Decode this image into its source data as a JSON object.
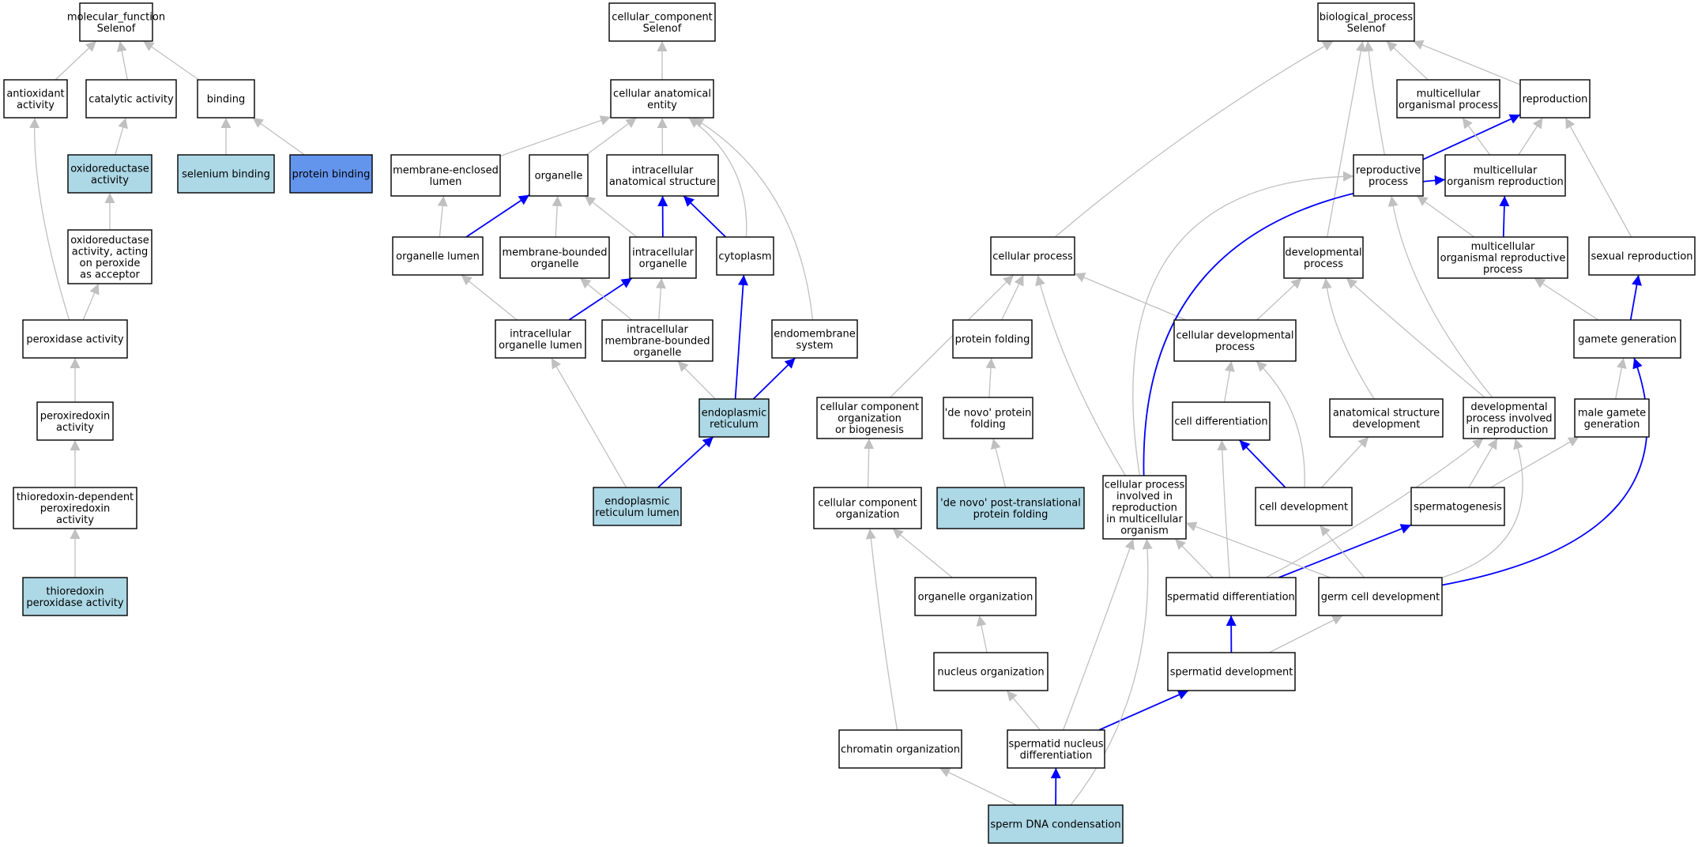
{
  "colors": {
    "plain": "#ffffff",
    "annotated": "#add8e6",
    "highlight": "#6495ed",
    "edge_gray": "#c0c0c0",
    "edge_blue": "#0000ff"
  },
  "nodes": [
    {
      "id": "mf",
      "lines": [
        "molecular_function",
        "Selenof"
      ],
      "fill": "plain"
    },
    {
      "id": "antioxidant",
      "lines": [
        "antioxidant",
        "activity"
      ],
      "fill": "plain"
    },
    {
      "id": "catalytic",
      "lines": [
        "catalytic activity"
      ],
      "fill": "plain"
    },
    {
      "id": "binding",
      "lines": [
        "binding"
      ],
      "fill": "plain"
    },
    {
      "id": "oxidoreductase",
      "lines": [
        "oxidoreductase",
        "activity"
      ],
      "fill": "annotated"
    },
    {
      "id": "selenium",
      "lines": [
        "selenium binding"
      ],
      "fill": "annotated"
    },
    {
      "id": "proteinbinding",
      "lines": [
        "protein binding"
      ],
      "fill": "highlight"
    },
    {
      "id": "oxperoxide",
      "lines": [
        "oxidoreductase",
        "activity, acting",
        "on peroxide",
        "as acceptor"
      ],
      "fill": "plain"
    },
    {
      "id": "peroxidase",
      "lines": [
        "peroxidase activity"
      ],
      "fill": "plain"
    },
    {
      "id": "peroxiredoxin",
      "lines": [
        "peroxiredoxin",
        "activity"
      ],
      "fill": "plain"
    },
    {
      "id": "thiodep",
      "lines": [
        "thioredoxin-dependent",
        "peroxiredoxin",
        "activity"
      ],
      "fill": "plain"
    },
    {
      "id": "thioperox",
      "lines": [
        "thioredoxin",
        "peroxidase activity"
      ],
      "fill": "annotated"
    },
    {
      "id": "cc",
      "lines": [
        "cellular_component",
        "Selenof"
      ],
      "fill": "plain"
    },
    {
      "id": "anatent",
      "lines": [
        "cellular anatomical",
        "entity"
      ],
      "fill": "plain"
    },
    {
      "id": "memlumen",
      "lines": [
        "membrane-enclosed",
        "lumen"
      ],
      "fill": "plain"
    },
    {
      "id": "organelle",
      "lines": [
        "organelle"
      ],
      "fill": "plain"
    },
    {
      "id": "intanat",
      "lines": [
        "intracellular",
        "anatomical structure"
      ],
      "fill": "plain"
    },
    {
      "id": "orglumen",
      "lines": [
        "organelle lumen"
      ],
      "fill": "plain"
    },
    {
      "id": "membound",
      "lines": [
        "membrane-bounded",
        "organelle"
      ],
      "fill": "plain"
    },
    {
      "id": "intorg",
      "lines": [
        "intracellular",
        "organelle"
      ],
      "fill": "plain"
    },
    {
      "id": "cytoplasm",
      "lines": [
        "cytoplasm"
      ],
      "fill": "plain"
    },
    {
      "id": "intorglumen",
      "lines": [
        "intracellular",
        "organelle lumen"
      ],
      "fill": "plain"
    },
    {
      "id": "intmembound",
      "lines": [
        "intracellular",
        "membrane-bounded",
        "organelle"
      ],
      "fill": "plain"
    },
    {
      "id": "endomem",
      "lines": [
        "endomembrane",
        "system"
      ],
      "fill": "plain"
    },
    {
      "id": "er",
      "lines": [
        "endoplasmic",
        "reticulum"
      ],
      "fill": "annotated"
    },
    {
      "id": "erlumen",
      "lines": [
        "endoplasmic",
        "reticulum lumen"
      ],
      "fill": "annotated"
    },
    {
      "id": "bp",
      "lines": [
        "biological_process",
        "Selenof"
      ],
      "fill": "plain"
    },
    {
      "id": "multiproc",
      "lines": [
        "multicellular",
        "organismal process"
      ],
      "fill": "plain"
    },
    {
      "id": "reproduction",
      "lines": [
        "reproduction"
      ],
      "fill": "plain"
    },
    {
      "id": "reproproc",
      "lines": [
        "reproductive",
        "process"
      ],
      "fill": "plain"
    },
    {
      "id": "multirepro",
      "lines": [
        "multicellular",
        "organism reproduction"
      ],
      "fill": "plain"
    },
    {
      "id": "cellproc",
      "lines": [
        "cellular process"
      ],
      "fill": "plain"
    },
    {
      "id": "devproc",
      "lines": [
        "developmental",
        "process"
      ],
      "fill": "plain"
    },
    {
      "id": "multireproproc",
      "lines": [
        "multicellular",
        "organismal reproductive",
        "process"
      ],
      "fill": "plain"
    },
    {
      "id": "sexrepro",
      "lines": [
        "sexual reproduction"
      ],
      "fill": "plain"
    },
    {
      "id": "protfold",
      "lines": [
        "protein folding"
      ],
      "fill": "plain"
    },
    {
      "id": "celldevproc",
      "lines": [
        "cellular developmental",
        "process"
      ],
      "fill": "plain"
    },
    {
      "id": "gamete",
      "lines": [
        "gamete generation"
      ],
      "fill": "plain"
    },
    {
      "id": "ccorgbio",
      "lines": [
        "cellular component",
        "organization",
        "or biogenesis"
      ],
      "fill": "plain"
    },
    {
      "id": "denovo",
      "lines": [
        "'de novo' protein",
        "folding"
      ],
      "fill": "plain"
    },
    {
      "id": "celldiff",
      "lines": [
        "cell differentiation"
      ],
      "fill": "plain"
    },
    {
      "id": "anatdev",
      "lines": [
        "anatomical structure",
        "development"
      ],
      "fill": "plain"
    },
    {
      "id": "devrepro",
      "lines": [
        "developmental",
        "process involved",
        "in reproduction"
      ],
      "fill": "plain"
    },
    {
      "id": "malegamete",
      "lines": [
        "male gamete",
        "generation"
      ],
      "fill": "plain"
    },
    {
      "id": "ccorg",
      "lines": [
        "cellular component",
        "organization"
      ],
      "fill": "plain"
    },
    {
      "id": "denovopt",
      "lines": [
        "'de novo' post-translational",
        "protein folding"
      ],
      "fill": "annotated"
    },
    {
      "id": "cellprocrepro",
      "lines": [
        "cellular process",
        "involved in",
        "reproduction",
        "in multicellular",
        "organism"
      ],
      "fill": "plain"
    },
    {
      "id": "celldev",
      "lines": [
        "cell development"
      ],
      "fill": "plain"
    },
    {
      "id": "spermatogenesis",
      "lines": [
        "spermatogenesis"
      ],
      "fill": "plain"
    },
    {
      "id": "orgorg",
      "lines": [
        "organelle organization"
      ],
      "fill": "plain"
    },
    {
      "id": "spermatiddiff",
      "lines": [
        "spermatid differentiation"
      ],
      "fill": "plain"
    },
    {
      "id": "germdev",
      "lines": [
        "germ cell development"
      ],
      "fill": "plain"
    },
    {
      "id": "nucorg",
      "lines": [
        "nucleus organization"
      ],
      "fill": "plain"
    },
    {
      "id": "spermatiddev",
      "lines": [
        "spermatid development"
      ],
      "fill": "plain"
    },
    {
      "id": "chromorg",
      "lines": [
        "chromatin organization"
      ],
      "fill": "plain"
    },
    {
      "id": "spermnuc",
      "lines": [
        "spermatid nucleus",
        "differentiation"
      ],
      "fill": "plain"
    },
    {
      "id": "spermdna",
      "lines": [
        "sperm DNA condensation"
      ],
      "fill": "annotated"
    }
  ],
  "edges": [
    {
      "from": "antioxidant",
      "to": "mf",
      "color": "gray"
    },
    {
      "from": "catalytic",
      "to": "mf",
      "color": "gray"
    },
    {
      "from": "binding",
      "to": "mf",
      "color": "gray"
    },
    {
      "from": "oxidoreductase",
      "to": "catalytic",
      "color": "gray"
    },
    {
      "from": "selenium",
      "to": "binding",
      "color": "gray"
    },
    {
      "from": "proteinbinding",
      "to": "binding",
      "color": "gray"
    },
    {
      "from": "oxperoxide",
      "to": "oxidoreductase",
      "color": "gray"
    },
    {
      "from": "peroxidase",
      "to": "oxperoxide",
      "color": "gray"
    },
    {
      "from": "peroxidase",
      "to": "antioxidant",
      "color": "gray"
    },
    {
      "from": "peroxiredoxin",
      "to": "peroxidase",
      "color": "gray"
    },
    {
      "from": "thiodep",
      "to": "peroxiredoxin",
      "color": "gray"
    },
    {
      "from": "thioperox",
      "to": "thiodep",
      "color": "gray"
    },
    {
      "from": "anatent",
      "to": "cc",
      "color": "gray"
    },
    {
      "from": "memlumen",
      "to": "anatent",
      "color": "gray"
    },
    {
      "from": "organelle",
      "to": "anatent",
      "color": "gray"
    },
    {
      "from": "intanat",
      "to": "anatent",
      "color": "gray"
    },
    {
      "from": "cytoplasm",
      "to": "anatent",
      "color": "gray"
    },
    {
      "from": "endomem",
      "to": "anatent",
      "color": "gray"
    },
    {
      "from": "orglumen",
      "to": "memlumen",
      "color": "gray"
    },
    {
      "from": "orglumen",
      "to": "organelle",
      "color": "blue"
    },
    {
      "from": "membound",
      "to": "organelle",
      "color": "gray"
    },
    {
      "from": "intorg",
      "to": "organelle",
      "color": "gray"
    },
    {
      "from": "intorg",
      "to": "intanat",
      "color": "blue"
    },
    {
      "from": "cytoplasm",
      "to": "intanat",
      "color": "blue"
    },
    {
      "from": "intorglumen",
      "to": "orglumen",
      "color": "gray"
    },
    {
      "from": "intorglumen",
      "to": "intorg",
      "color": "blue"
    },
    {
      "from": "intmembound",
      "to": "membound",
      "color": "gray"
    },
    {
      "from": "intmembound",
      "to": "intorg",
      "color": "gray"
    },
    {
      "from": "er",
      "to": "intmembound",
      "color": "gray"
    },
    {
      "from": "er",
      "to": "cytoplasm",
      "color": "blue"
    },
    {
      "from": "er",
      "to": "endomem",
      "color": "blue"
    },
    {
      "from": "erlumen",
      "to": "intorglumen",
      "color": "gray"
    },
    {
      "from": "erlumen",
      "to": "er",
      "color": "blue"
    },
    {
      "from": "multiproc",
      "to": "bp",
      "color": "gray"
    },
    {
      "from": "reproduction",
      "to": "bp",
      "color": "gray"
    },
    {
      "from": "reproproc",
      "to": "bp",
      "color": "gray"
    },
    {
      "from": "cellproc",
      "to": "bp",
      "color": "gray"
    },
    {
      "from": "devproc",
      "to": "bp",
      "color": "gray"
    },
    {
      "from": "reproproc",
      "to": "reproduction",
      "color": "blue"
    },
    {
      "from": "multirepro",
      "to": "multiproc",
      "color": "gray"
    },
    {
      "from": "multirepro",
      "to": "reproduction",
      "color": "gray"
    },
    {
      "from": "multireproproc",
      "to": "reproproc",
      "color": "gray"
    },
    {
      "from": "multireproproc",
      "to": "multirepro",
      "color": "blue"
    },
    {
      "from": "sexrepro",
      "to": "reproduction",
      "color": "gray"
    },
    {
      "from": "gamete",
      "to": "sexrepro",
      "color": "blue"
    },
    {
      "from": "gamete",
      "to": "multireproproc",
      "color": "gray"
    },
    {
      "from": "celldevproc",
      "to": "cellproc",
      "color": "gray"
    },
    {
      "from": "celldevproc",
      "to": "devproc",
      "color": "gray"
    },
    {
      "from": "protfold",
      "to": "cellproc",
      "color": "gray"
    },
    {
      "from": "ccorgbio",
      "to": "cellproc",
      "color": "gray"
    },
    {
      "from": "denovo",
      "to": "protfold",
      "color": "gray"
    },
    {
      "from": "denovopt",
      "to": "denovo",
      "color": "gray"
    },
    {
      "from": "ccorg",
      "to": "ccorgbio",
      "color": "gray"
    },
    {
      "from": "celldiff",
      "to": "celldevproc",
      "color": "gray"
    },
    {
      "from": "anatdev",
      "to": "devproc",
      "color": "gray"
    },
    {
      "from": "devrepro",
      "to": "devproc",
      "color": "gray"
    },
    {
      "from": "devrepro",
      "to": "reproproc",
      "color": "gray"
    },
    {
      "from": "malegamete",
      "to": "gamete",
      "color": "gray"
    },
    {
      "from": "cellprocrepro",
      "to": "cellproc",
      "color": "gray"
    },
    {
      "from": "cellprocrepro",
      "to": "reproproc",
      "color": "gray"
    },
    {
      "from": "cellprocrepro",
      "to": "multirepro",
      "color": "blue"
    },
    {
      "from": "celldev",
      "to": "celldiff",
      "color": "blue"
    },
    {
      "from": "celldev",
      "to": "anatdev",
      "color": "gray"
    },
    {
      "from": "celldev",
      "to": "celldevproc",
      "color": "gray"
    },
    {
      "from": "spermatogenesis",
      "to": "devrepro",
      "color": "gray"
    },
    {
      "from": "spermatogenesis",
      "to": "malegamete",
      "color": "gray"
    },
    {
      "from": "orgorg",
      "to": "ccorg",
      "color": "gray"
    },
    {
      "from": "spermatiddiff",
      "to": "celldiff",
      "color": "gray"
    },
    {
      "from": "spermatiddiff",
      "to": "cellprocrepro",
      "color": "gray"
    },
    {
      "from": "spermatiddiff",
      "to": "spermatogenesis",
      "color": "blue"
    },
    {
      "from": "spermatiddiff",
      "to": "devrepro",
      "color": "gray"
    },
    {
      "from": "germdev",
      "to": "celldev",
      "color": "gray"
    },
    {
      "from": "germdev",
      "to": "cellprocrepro",
      "color": "gray"
    },
    {
      "from": "germdev",
      "to": "devrepro",
      "color": "gray"
    },
    {
      "from": "germdev",
      "to": "gamete",
      "color": "blue"
    },
    {
      "from": "nucorg",
      "to": "orgorg",
      "color": "gray"
    },
    {
      "from": "spermatiddev",
      "to": "spermatiddiff",
      "color": "blue"
    },
    {
      "from": "spermatiddev",
      "to": "germdev",
      "color": "gray"
    },
    {
      "from": "chromorg",
      "to": "ccorg",
      "color": "gray"
    },
    {
      "from": "spermnuc",
      "to": "nucorg",
      "color": "gray"
    },
    {
      "from": "spermnuc",
      "to": "spermatiddev",
      "color": "blue"
    },
    {
      "from": "spermnuc",
      "to": "cellprocrepro",
      "color": "gray"
    },
    {
      "from": "spermdna",
      "to": "chromorg",
      "color": "gray"
    },
    {
      "from": "spermdna",
      "to": "spermnuc",
      "color": "blue"
    },
    {
      "from": "spermdna",
      "to": "cellprocrepro",
      "color": "gray"
    }
  ]
}
